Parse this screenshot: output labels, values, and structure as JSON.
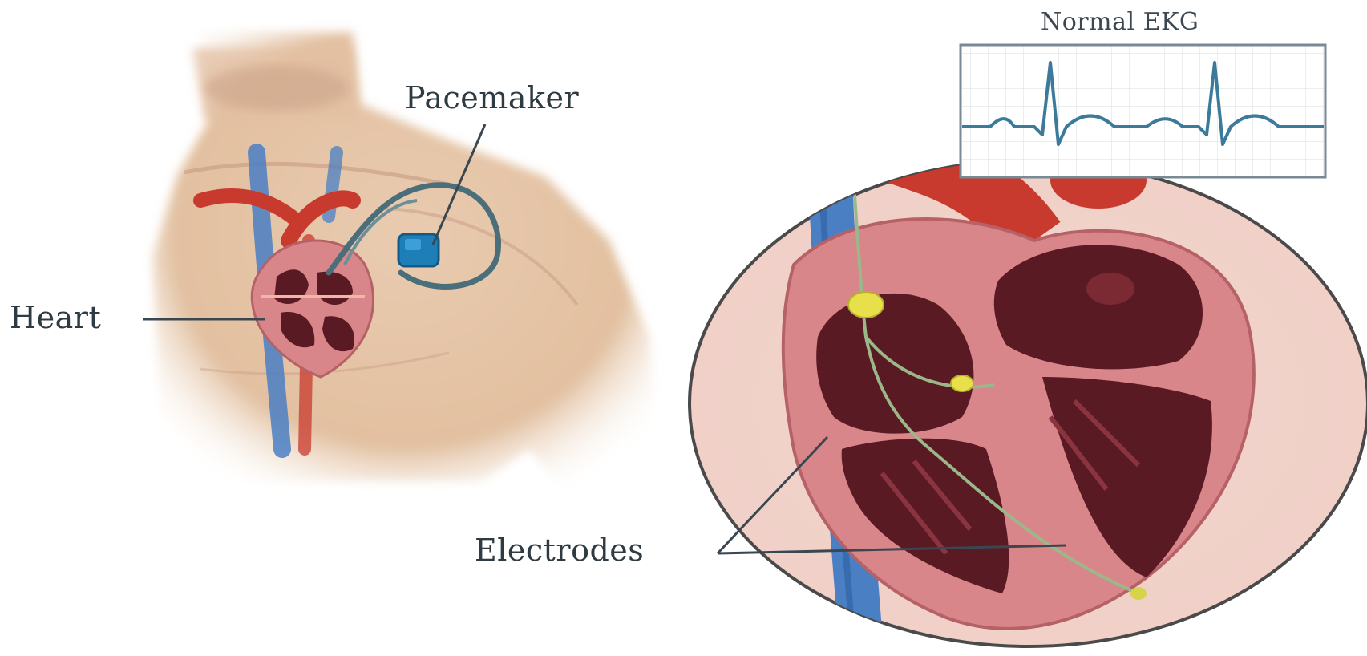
{
  "labels": {
    "pacemaker": "Pacemaker",
    "heart": "Heart",
    "electrodes": "Electrodes",
    "ekg_title": "Normal EKG"
  },
  "colors": {
    "background": "#ffffff",
    "skin": "#e8c8a8",
    "heart_wall": "#d9868a",
    "chamber": "#5a1a24",
    "vein": "#4a7fc4",
    "artery": "#c83a2e",
    "device": "#1e7fb8",
    "lead": "#4a6e7a",
    "ekg_trace": "#3b7a9a",
    "ekg_grid": "#cfd8df",
    "electrode": "#e8e04a"
  }
}
